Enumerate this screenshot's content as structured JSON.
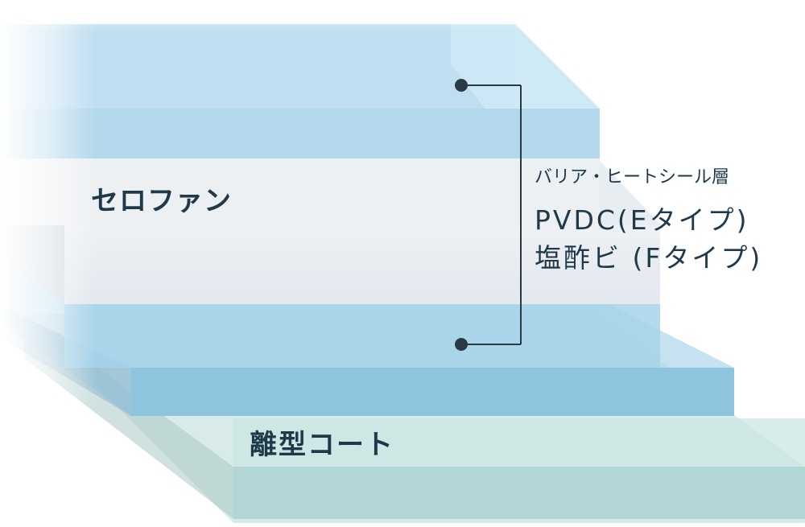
{
  "layers": {
    "cellophane": "セロファン",
    "release_coat": "離型コート"
  },
  "barrier": {
    "title": "バリア・ヒートシール層",
    "line1": "PVDC(Eタイプ)",
    "line2": "塩酢ビ (Fタイプ)"
  },
  "colors": {
    "barrier_layer": "#b3d8ec",
    "cellophane_layer": "#e8eef3",
    "release_layer": "#bcdcd9",
    "text": "#1e3a4a"
  }
}
